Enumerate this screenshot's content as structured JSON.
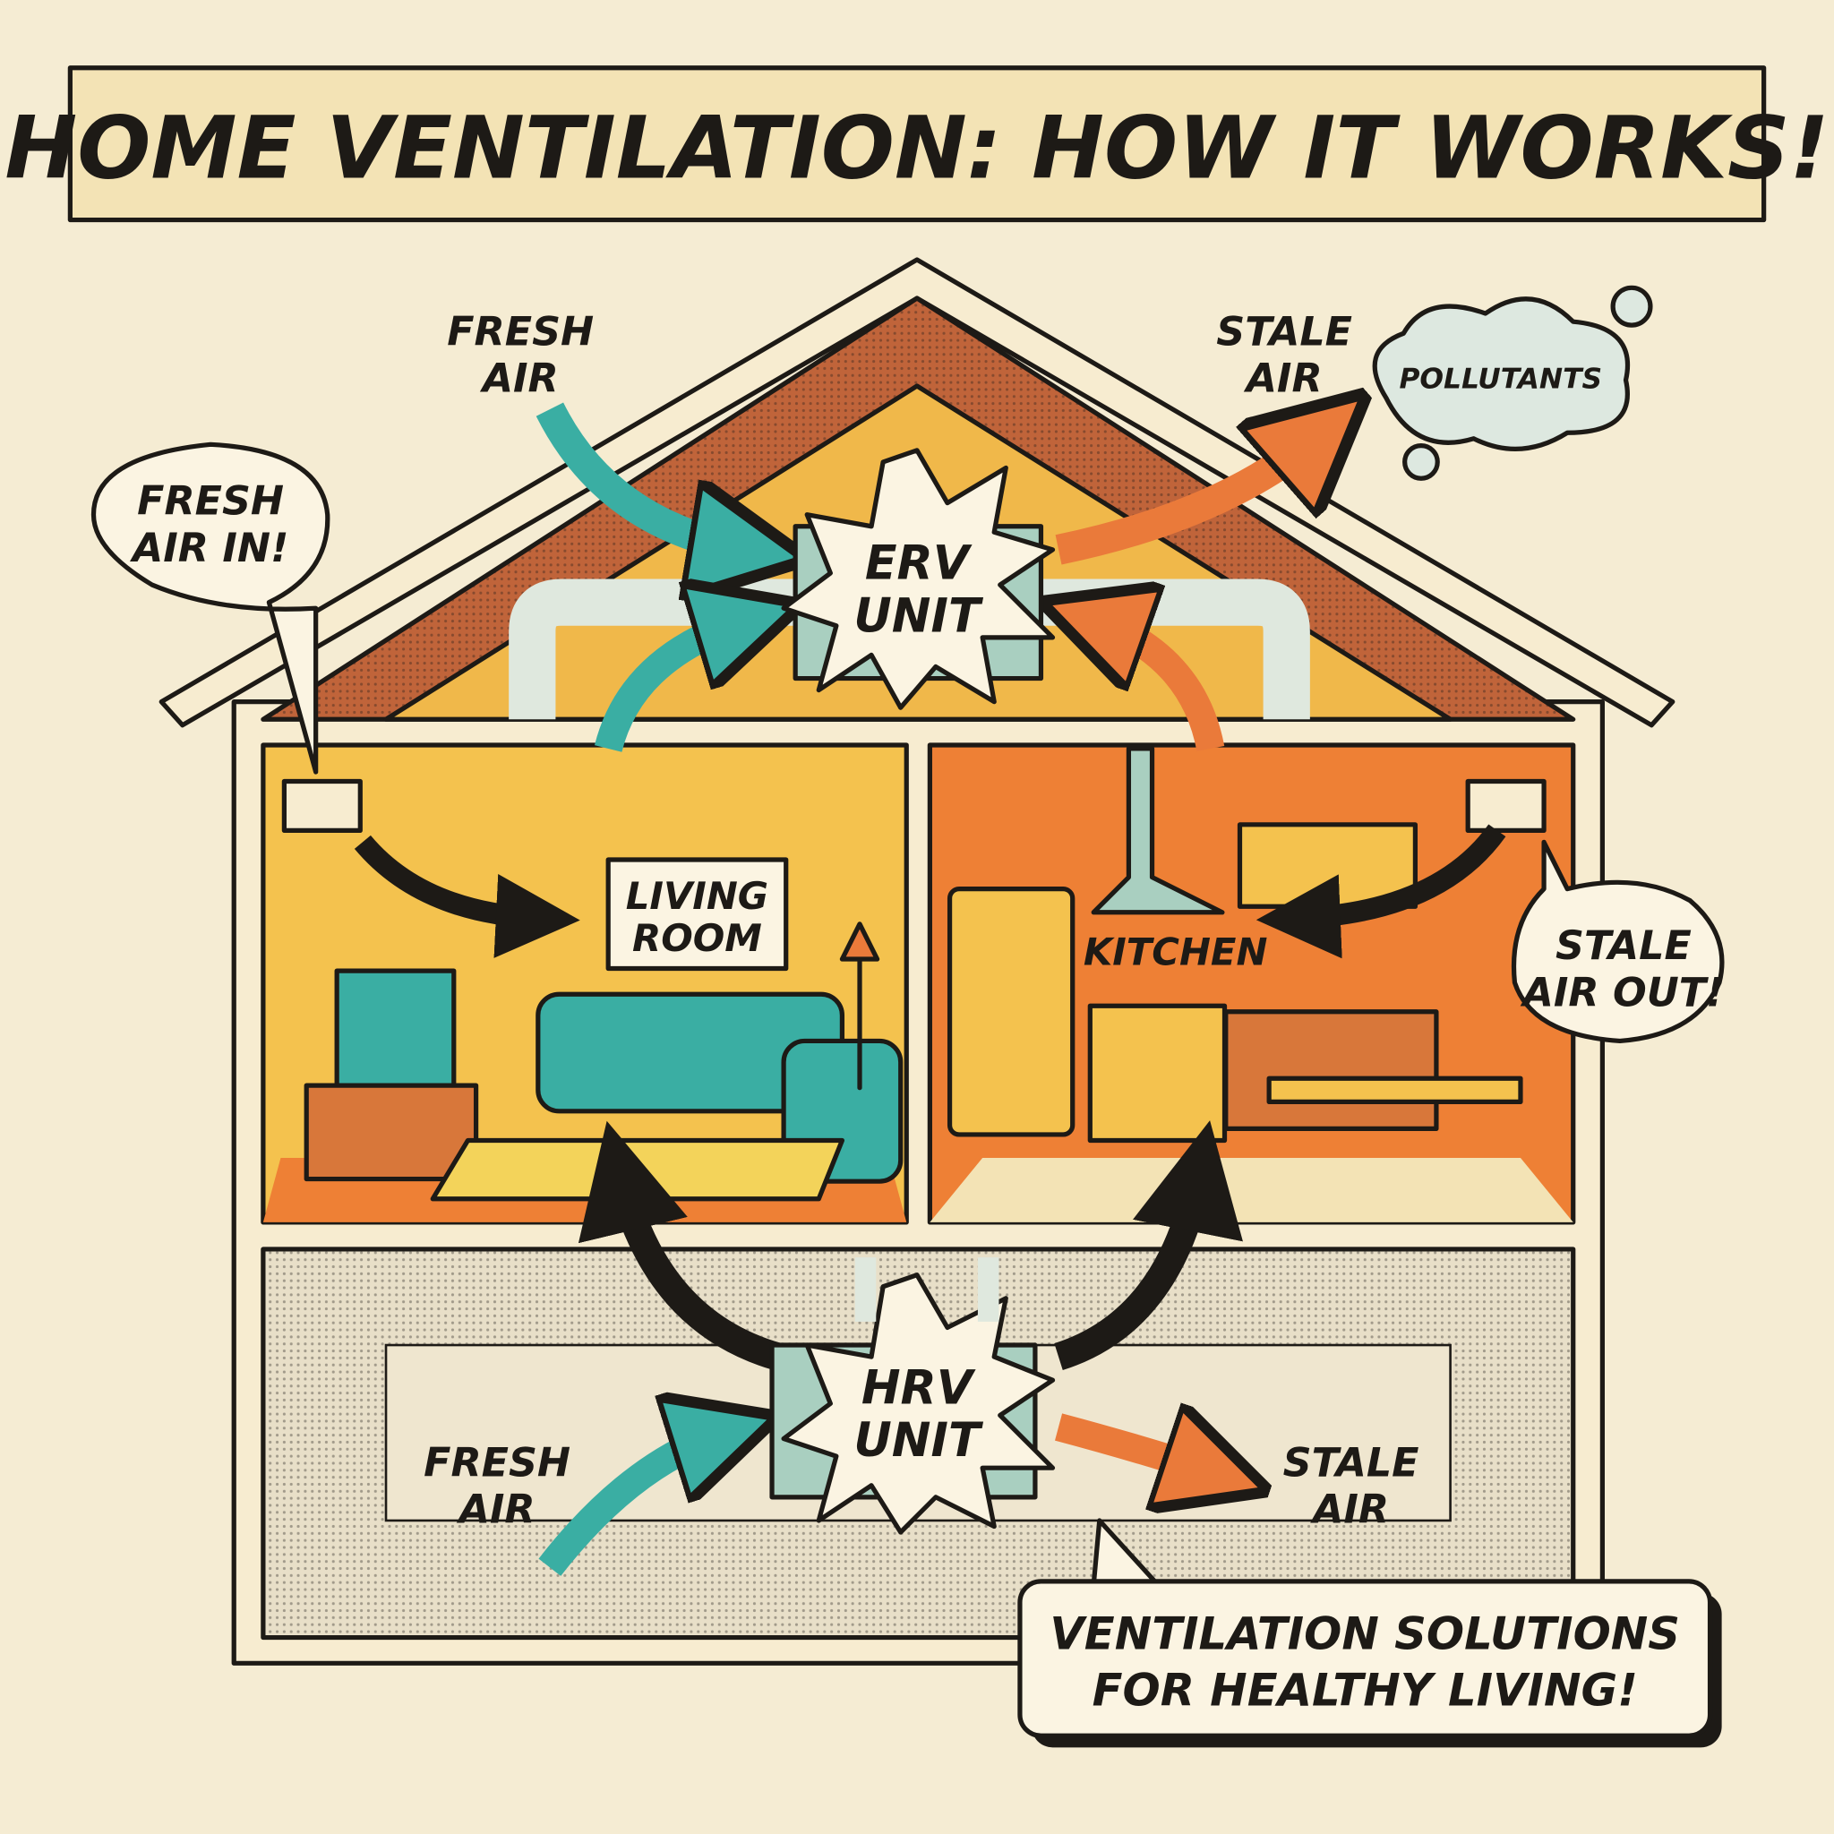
{
  "title": "HOME VENTILATION: HOW IT WORKS!",
  "colors": {
    "background": "#f5ecd3",
    "teal": "#3aaea3",
    "orange": "#ea7a3a",
    "roof": "#c0643a",
    "attic": "#f0b84a",
    "living_wall": "#f4c24e",
    "kitchen_wall": "#ee8035",
    "ink": "#1d1a16"
  },
  "attic": {
    "fresh_air": [
      "FRESH",
      "AIR"
    ],
    "stale_air": [
      "STALE",
      "AIR"
    ],
    "pollutants": "POLLUTANTS",
    "erv": [
      "ERV",
      "UNIT"
    ]
  },
  "bubbles": {
    "fresh_in": [
      "FRESH",
      "AIR IN!"
    ],
    "stale_out": [
      "STALE",
      "AIR OUT!"
    ]
  },
  "rooms": {
    "living": [
      "LIVING",
      "ROOM"
    ],
    "kitchen": "KITCHEN"
  },
  "basement": {
    "hrv": [
      "HRV",
      "UNIT"
    ],
    "fresh_air": [
      "FRESH",
      "AIR"
    ],
    "stale_air": [
      "STALE",
      "AIR"
    ]
  },
  "caption": [
    "VENTILATION SOLUTIONS",
    "FOR HEALTHY LIVING!"
  ]
}
